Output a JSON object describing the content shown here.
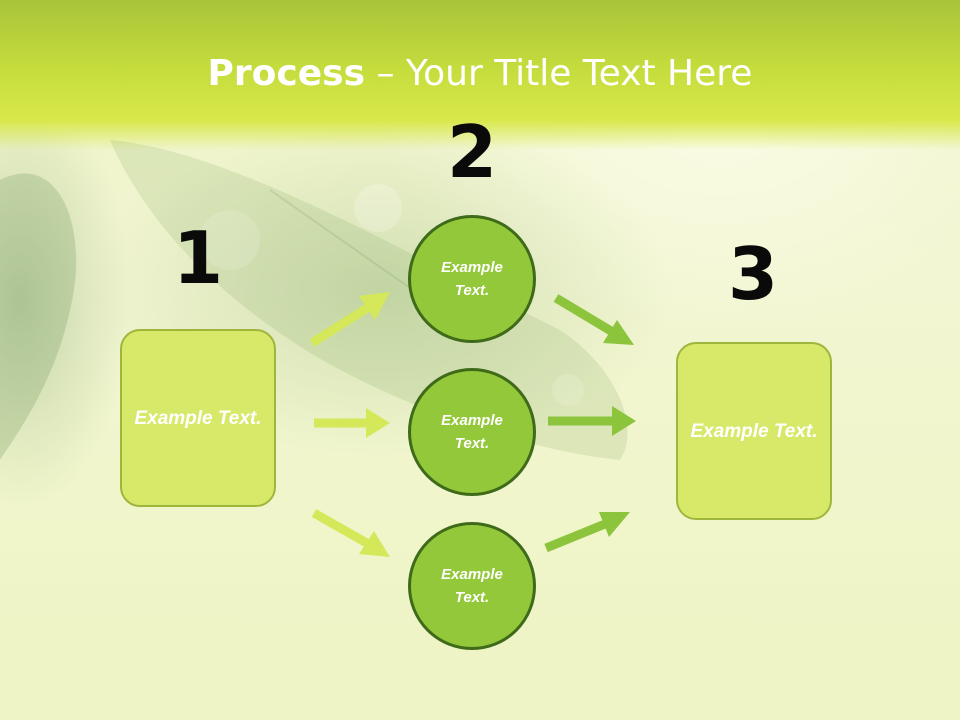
{
  "title": {
    "strong": "Process",
    "rest": " – Your Title Text Here"
  },
  "steps": {
    "one": {
      "number": "1",
      "text": "Example Text."
    },
    "two": {
      "number": "2"
    },
    "three": {
      "number": "3",
      "text": "Example Text."
    }
  },
  "circles": [
    {
      "text": "Example Text."
    },
    {
      "text": "Example Text."
    },
    {
      "text": "Example Text."
    }
  ],
  "colors": {
    "header": "#c5dc3c",
    "box_fill": "#d8e96a",
    "circle_fill": "#93c83a",
    "circle_border": "#3e6a1a",
    "arrow_light": "#d4e85a",
    "arrow_dark": "#8cc43c"
  }
}
